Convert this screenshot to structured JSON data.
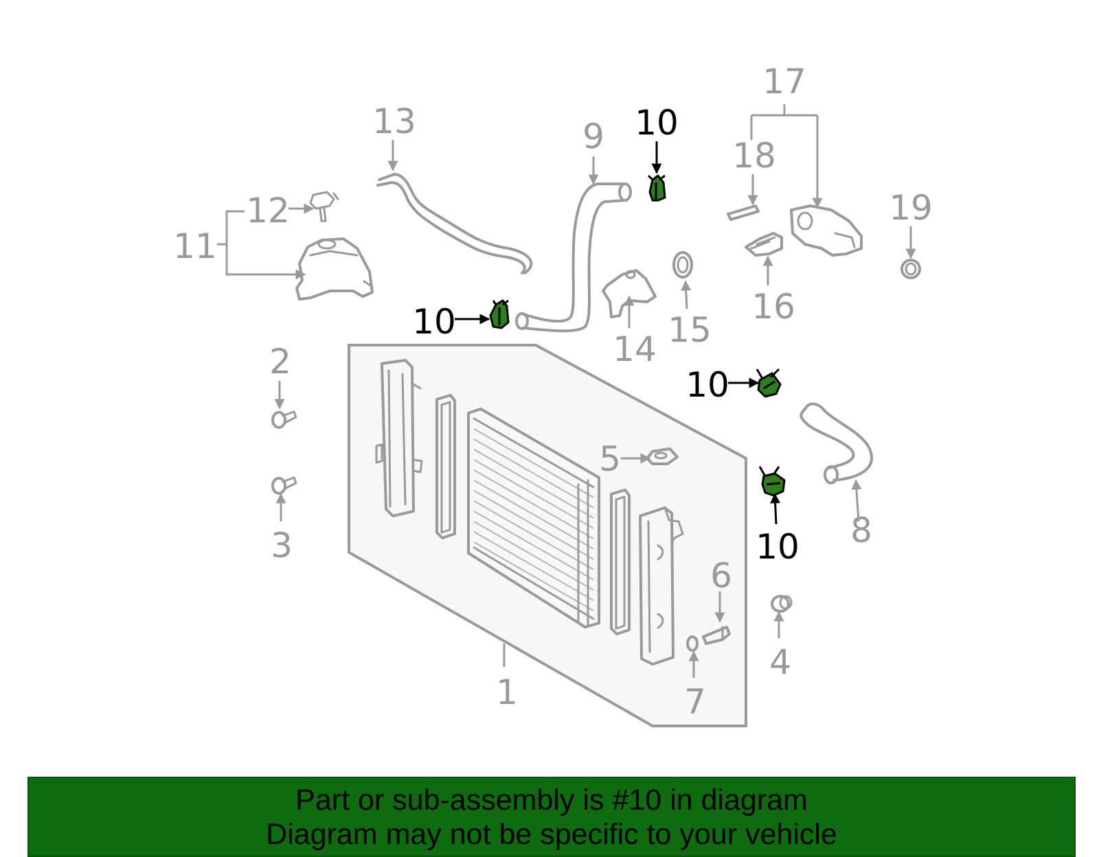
{
  "callouts": {
    "c1": "1",
    "c2": "2",
    "c3": "3",
    "c4": "4",
    "c5": "5",
    "c6": "6",
    "c7": "7",
    "c8": "8",
    "c9": "9",
    "c11": "11",
    "c12": "12",
    "c13": "13",
    "c14": "14",
    "c15": "15",
    "c16": "16",
    "c17": "17",
    "c18": "18",
    "c19": "19",
    "c10a": "10",
    "c10b": "10",
    "c10c": "10",
    "c10d": "10"
  },
  "banner": {
    "line1": "Part or sub-assembly is #10 in diagram",
    "line2": "Diagram may not be specific to your vehicle"
  },
  "colors": {
    "highlight_part": "#2e7d1e",
    "banner_background": "#0f6b0f",
    "part_outline": "#9a9a9a",
    "assembly_fill": "#f7f7f7"
  }
}
